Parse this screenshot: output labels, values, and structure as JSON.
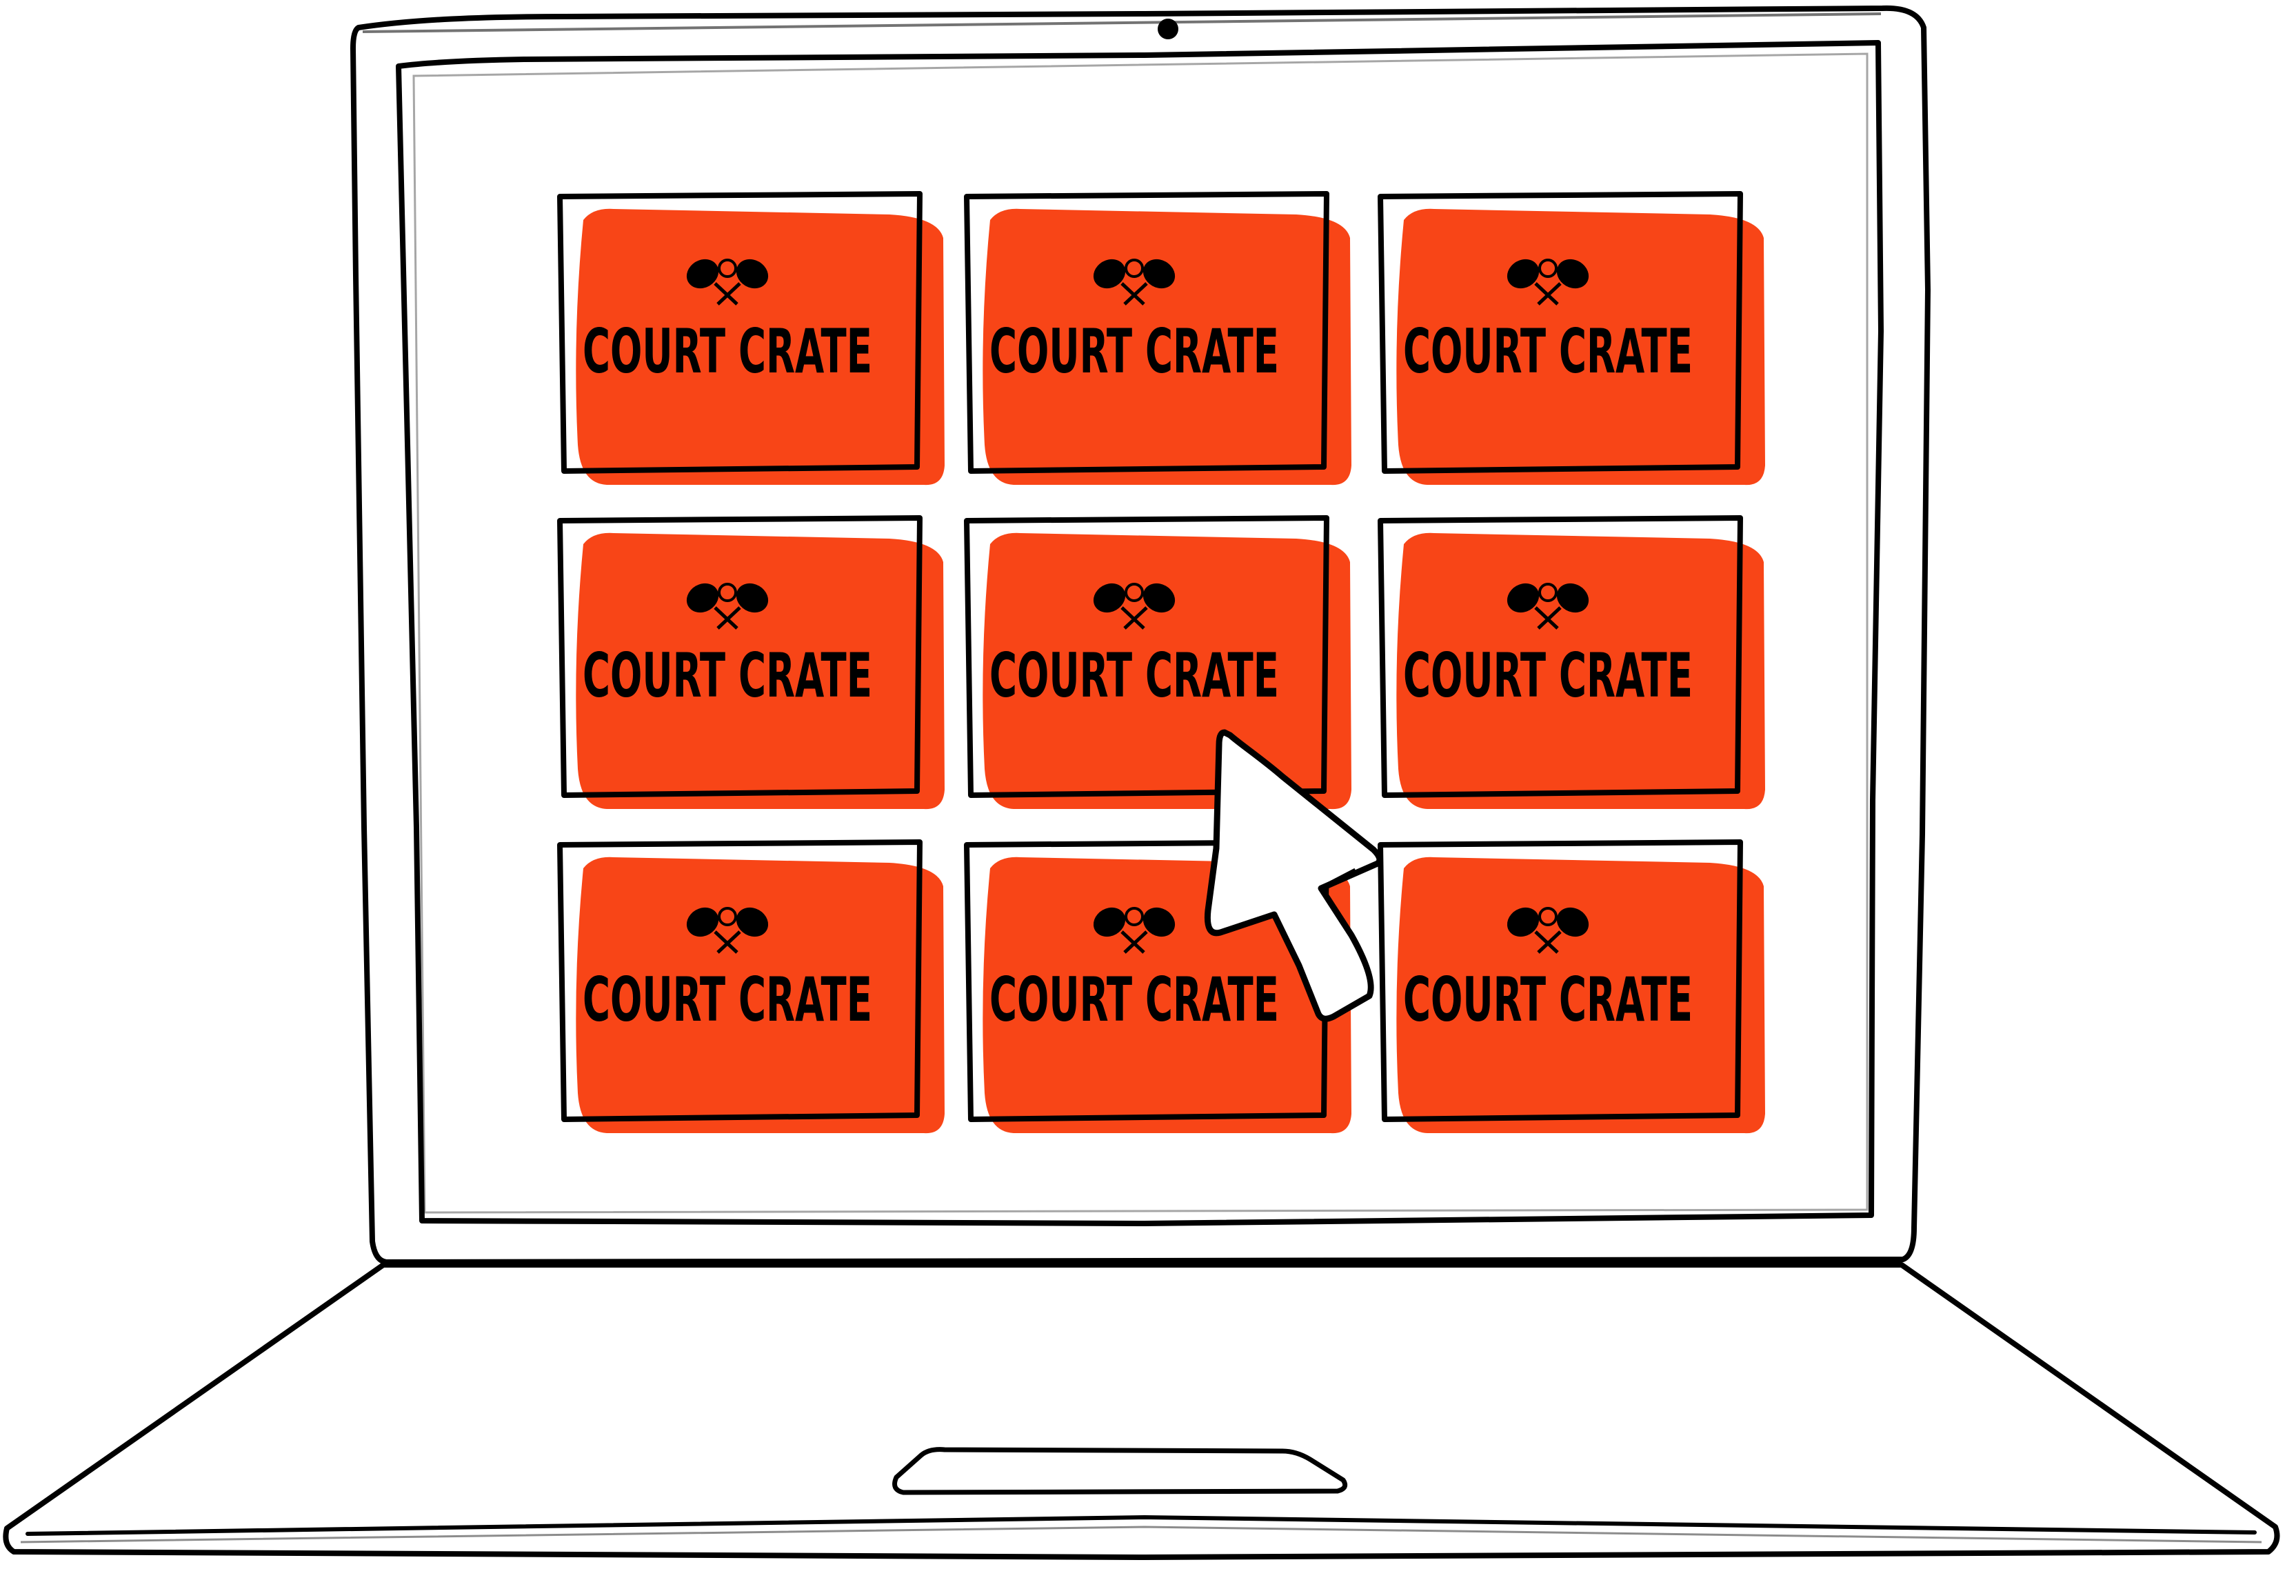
{
  "screen": {
    "tile_label": "COURT CRATE",
    "tile_count": 9,
    "tile_icon": "tennis-ball-crossed-rackets-icon",
    "cursor_icon": "arrow-pointer-icon",
    "hovered_tile_index": 4
  },
  "colors": {
    "tile_fill": "#f84517",
    "outline": "#000000",
    "background": "#ffffff"
  },
  "tiles": [
    {
      "label": "COURT CRATE"
    },
    {
      "label": "COURT CRATE"
    },
    {
      "label": "COURT CRATE"
    },
    {
      "label": "COURT CRATE"
    },
    {
      "label": "COURT CRATE"
    },
    {
      "label": "COURT CRATE"
    },
    {
      "label": "COURT CRATE"
    },
    {
      "label": "COURT CRATE"
    },
    {
      "label": "COURT CRATE"
    }
  ]
}
